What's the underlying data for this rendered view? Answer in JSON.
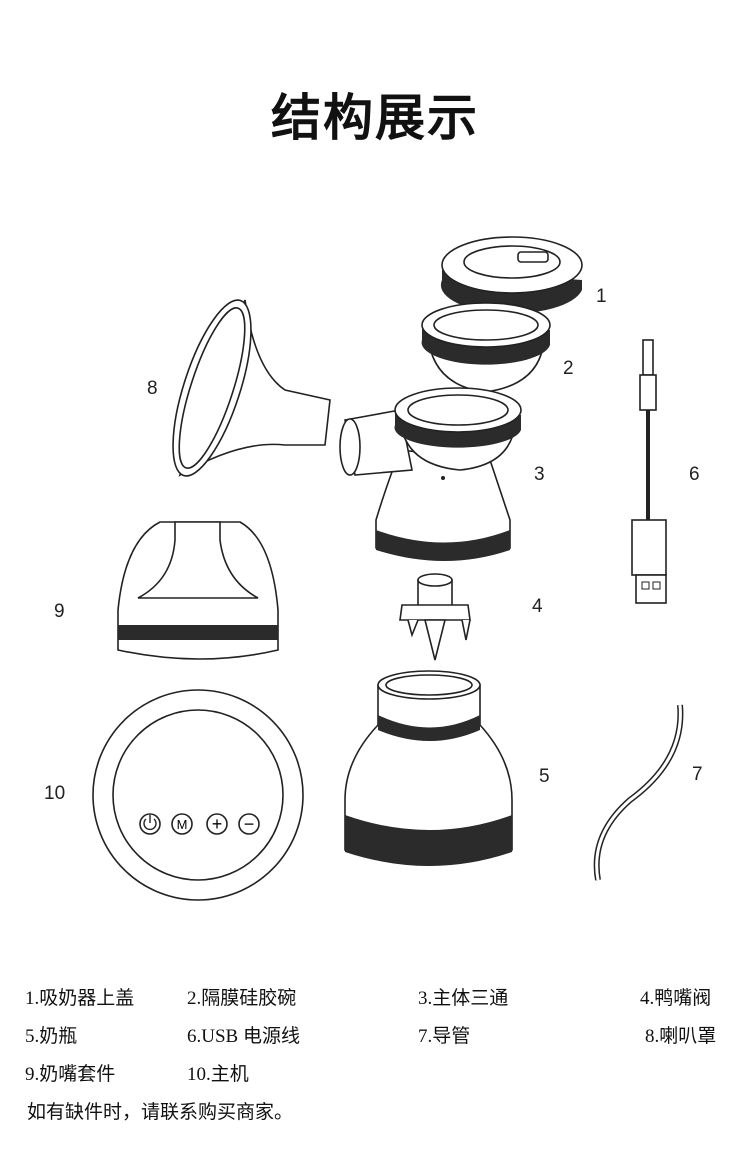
{
  "title": "结构展示",
  "callouts": [
    "1",
    "2",
    "3",
    "4",
    "5",
    "6",
    "7",
    "8",
    "9",
    "10"
  ],
  "main_unit_buttons": {
    "power": "power-icon",
    "mode": "M",
    "plus": "+",
    "minus": "−"
  },
  "legend": [
    [
      "1.吸奶器上盖",
      "2.隔膜硅胶碗",
      "3.主体三通",
      "4.鸭嘴阀"
    ],
    [
      "5.奶瓶",
      "6.USB 电源线",
      "7.导管",
      "8.喇叭罩"
    ],
    [
      "9.奶嘴套件",
      "10.主机"
    ]
  ],
  "note": "如有缺件时，请联系购买商家。"
}
